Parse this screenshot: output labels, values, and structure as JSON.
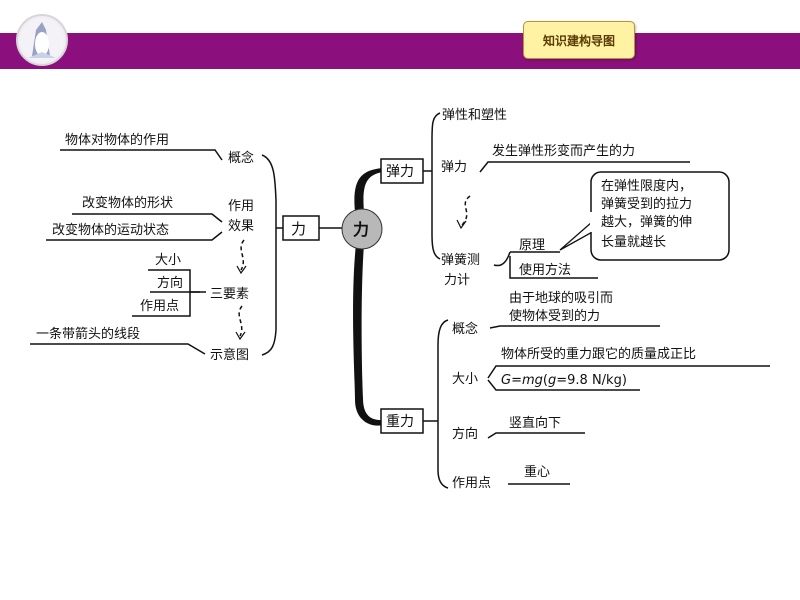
{
  "header": {
    "title": "知识建构导图",
    "logo_icon": "penguin-logo-icon",
    "bar_color": "#8b0f7d",
    "title_bg": "#fff3a3"
  },
  "map": {
    "center": "力",
    "center_label": "力",
    "left": {
      "concept": {
        "label": "概念",
        "detail": "物体对物体的作用"
      },
      "effect": {
        "label_line1": "作用",
        "label_line2": "效果",
        "items": [
          "改变物体的形状",
          "改变物体的运动状态"
        ]
      },
      "elements": {
        "label": "三要素",
        "items": [
          "大小",
          "方向",
          "作用点"
        ]
      },
      "diagram": {
        "label": "示意图",
        "detail": "一条带箭头的线段"
      }
    },
    "elastic": {
      "label": "弹力",
      "elasticity": "弹性和塑性",
      "force_label": "弹力",
      "force_detail": "发生弹性形变而产生的力",
      "meter_line1": "弹簧测",
      "meter_line2": "力计",
      "principle": "原理",
      "usage": "使用方法",
      "callout": [
        "在弹性限度内，",
        "弹簧受到的拉力",
        "越大，弹簧的伸",
        "长量就越长"
      ]
    },
    "gravity": {
      "label": "重力",
      "concept_label": "概念",
      "concept_detail": [
        "由于地球的吸引而",
        "使物体受到的力"
      ],
      "size_label": "大小",
      "size_detail": "物体所受的重力跟它的质量成正比",
      "formula_parts": [
        "G",
        "=",
        "mg",
        "(",
        "g",
        "=9.8 N/kg)"
      ],
      "direction_label": "方向",
      "direction_detail": "竖直向下",
      "point_label": "作用点",
      "point_detail": "重心"
    }
  }
}
